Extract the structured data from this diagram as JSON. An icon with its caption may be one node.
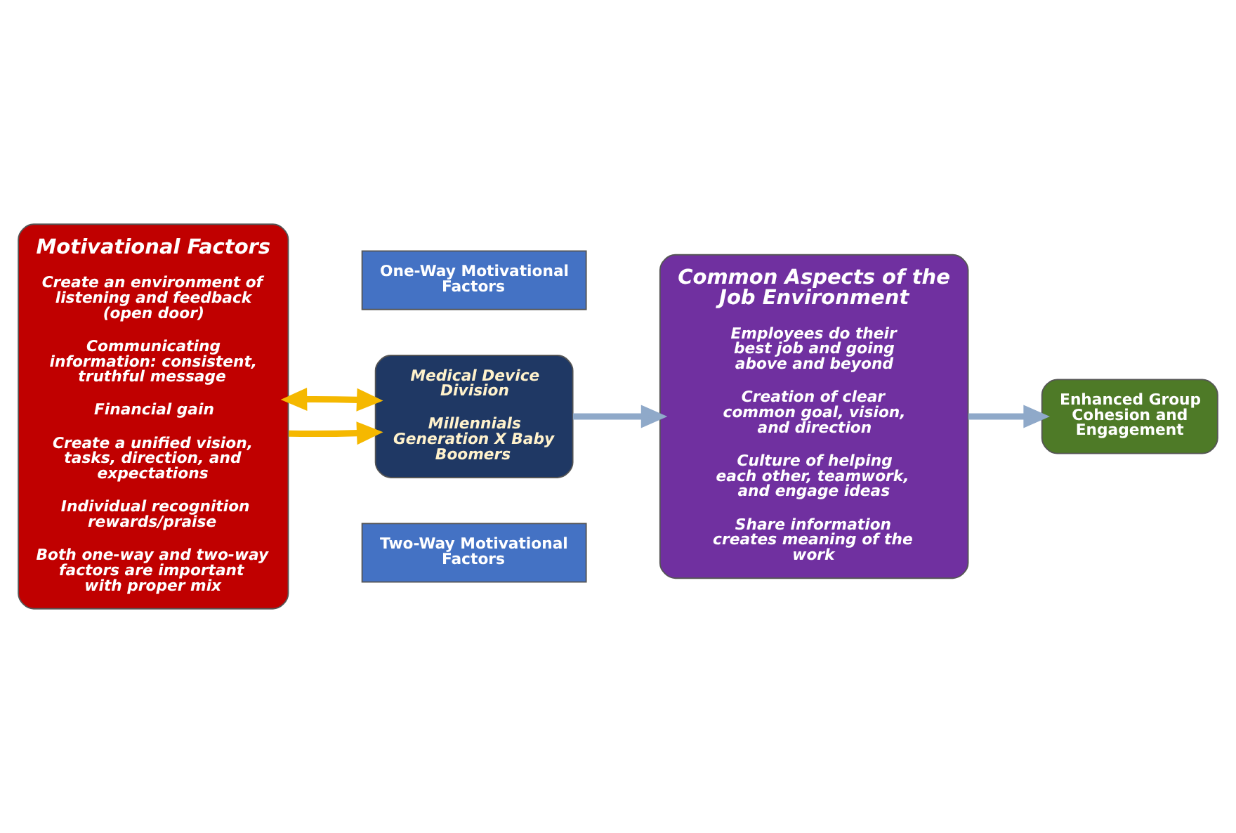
{
  "diagram": {
    "nodes": [
      {
        "text": [
          "Motivational Factors",
          "Create an environment of listening and feedback (open door)",
          "Communicating information: consistent, truthful message",
          "Financial gain",
          "Create a unified vision, tasks, direction, and expectations",
          "Individual recognition rewards/praise",
          "Both one-way and two-way factors are important with proper mix"
        ]
      },
      {
        "text": [
          "One-Way Motivational Factors"
        ]
      },
      {
        "text": [
          "Medical Device Division",
          "Millennials Generation X Baby Boomers"
        ]
      },
      {
        "text": [
          "Two-Way Motivational Factors"
        ]
      },
      {
        "text": [
          "Common Aspects of the Job Environment",
          "Employees do their best job and going above and beyond",
          "Creation of clear common goal, vision, and direction",
          "Culture of helping each other, teamwork, and engage ideas",
          "Share information creates meaning of the work"
        ]
      },
      {
        "text": [
          "Enhanced Group Cohesion and Engagement"
        ]
      }
    ],
    "edges": [
      {
        "from": 0,
        "to": 2,
        "arrow": "to",
        "color": "#f5b800"
      },
      {
        "from": 2,
        "to": 0,
        "arrow": "both",
        "color": "#f5b800"
      },
      {
        "from": 2,
        "to": 4,
        "arrow": "to",
        "color": "#8fa9c9"
      },
      {
        "from": 4,
        "to": 5,
        "arrow": "to",
        "color": "#8fa9c9"
      }
    ]
  }
}
